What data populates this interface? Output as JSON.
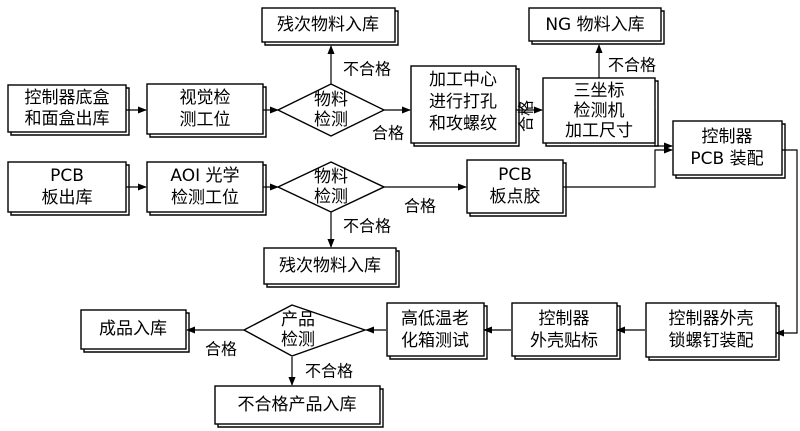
{
  "nodes": {
    "bottom_box_out": {
      "lines": [
        "控制器底盒",
        "和面盒出库"
      ]
    },
    "vision_station": {
      "lines": [
        "视觉检",
        "测工位"
      ]
    },
    "material_check_1": {
      "lines": [
        "物料",
        "检测"
      ]
    },
    "scrap_top": {
      "lines": [
        "残次物料入库"
      ]
    },
    "cnc_center": {
      "lines": [
        "加工中心",
        "进行打孔",
        "和攻螺纹"
      ]
    },
    "cmm": {
      "lines": [
        "三坐标",
        "检测机",
        "加工尺寸"
      ]
    },
    "ng_storage": {
      "lines": [
        "NG 物料入库"
      ]
    },
    "pcb_assembly": {
      "lines": [
        "控制器",
        "PCB 装配"
      ]
    },
    "pcb_out": {
      "lines": [
        "PCB",
        "板出库"
      ]
    },
    "aoi_station": {
      "lines": [
        "AOI 光学",
        "检测工位"
      ]
    },
    "material_check_2": {
      "lines": [
        "物料",
        "检测"
      ]
    },
    "pcb_glue": {
      "lines": [
        "PCB",
        "板点胶"
      ]
    },
    "scrap_middle": {
      "lines": [
        "残次物料入库"
      ]
    },
    "shell_screw": {
      "lines": [
        "控制器外壳",
        "锁螺钉装配"
      ]
    },
    "shell_label": {
      "lines": [
        "控制器",
        "外壳贴标"
      ]
    },
    "aging_test": {
      "lines": [
        "高低温老",
        "化箱测试"
      ]
    },
    "product_check": {
      "lines": [
        "产品",
        "检测"
      ]
    },
    "finished_storage": {
      "lines": [
        "成品入库"
      ]
    },
    "reject_storage": {
      "lines": [
        "不合格产品入库"
      ]
    }
  },
  "edge_labels": {
    "check1_fail": "不合格",
    "check1_pass": "合格",
    "cmm_fail": "不合格",
    "cmm_pass": "合格",
    "check2_pass": "合格",
    "check2_fail": "不合格",
    "product_pass": "合格",
    "product_fail": "不合格"
  }
}
